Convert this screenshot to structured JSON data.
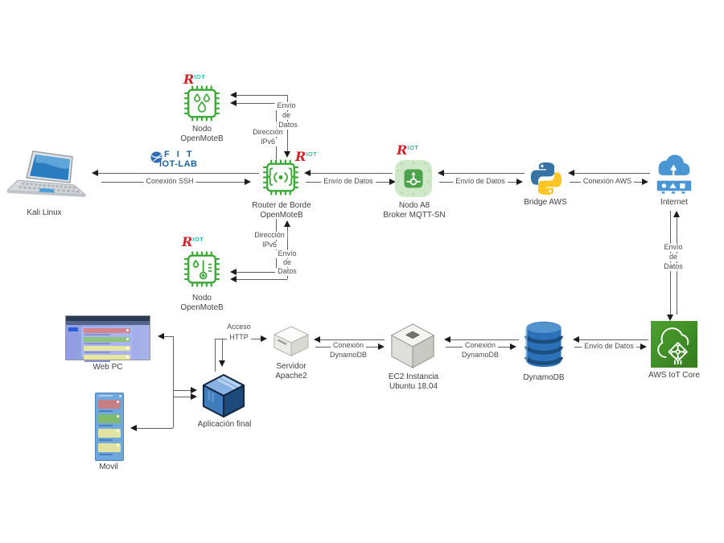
{
  "nodes": {
    "kali": {
      "label": "Kali Linux"
    },
    "fit_lab": {
      "line1": "F I T",
      "line2": "IOT-LAB"
    },
    "riot": {
      "r": "R",
      "iot": "IOT"
    },
    "nodo_top": {
      "line1": "Nodo",
      "line2": "OpenMoteB"
    },
    "router": {
      "line1": "Router de Borde",
      "line2": "OpenMoteB"
    },
    "nodo_bottom": {
      "line1": "Nodo",
      "line2": "OpenMoteB"
    },
    "nodo_a8": {
      "line1": "Nodo A8",
      "line2": "Broker MQTT-SN"
    },
    "bridge_aws": {
      "label": "Bridge AWS"
    },
    "internet": {
      "label": "Internet"
    },
    "aws_iot_core": {
      "label": "AWS IoT Core"
    },
    "dynamodb": {
      "label": "DynamoDB"
    },
    "ec2": {
      "line1": "EC2 Instancia",
      "line2": "Ubuntu 18.04"
    },
    "apache": {
      "line1": "Servidor",
      "line2": "Apache2"
    },
    "app_final": {
      "label": "Aplicación final"
    },
    "web_pc": {
      "label": "Web PC"
    },
    "movil": {
      "label": "Movil"
    }
  },
  "edges": {
    "kali_router": {
      "label": "Conexión SSH"
    },
    "router_a8": {
      "label": "Envío de Datos"
    },
    "a8_bridge": {
      "label": "Envío de Datos"
    },
    "bridge_internet": {
      "label": "Conexión AWS"
    },
    "internet_awsiot": {
      "l1": "Envío",
      "l2": "de",
      "l3": "Datos"
    },
    "nodo_top_envio": {
      "l1": "Envío",
      "l2": "de",
      "l3": "Datos"
    },
    "nodo_top_ipv6": {
      "l1": "Dirección",
      "l2": "IPv6"
    },
    "nodo_bottom_ipv6": {
      "l1": "Dirección",
      "l2": "IPv6"
    },
    "nodo_bottom_envio": {
      "l1": "Envío",
      "l2": "de",
      "l3": "Datos"
    },
    "awsiot_dynamo": {
      "label": "Envío de Datos"
    },
    "ec2_dynamo": {
      "l1": "Conexión",
      "l2": "DynamoDB"
    },
    "apache_ec2": {
      "l1": "Conexión",
      "l2": "DynamoDB"
    },
    "app_apache": {
      "l1": "Acceso",
      "l2": "HTTP"
    }
  },
  "colors": {
    "openmote_green": "#3aaa35",
    "riot_red": "#d2232a",
    "riot_teal": "#27bdae",
    "fit_blue": "#1b62a5",
    "python_blue": "#3772a4",
    "python_yellow": "#fcc624",
    "internet_blue": "#4a96d2",
    "aws_iot_green": "#3f8b28",
    "dynamodb_blue": "#2d72b8",
    "app_cube_blue": "#3e7cbc"
  }
}
